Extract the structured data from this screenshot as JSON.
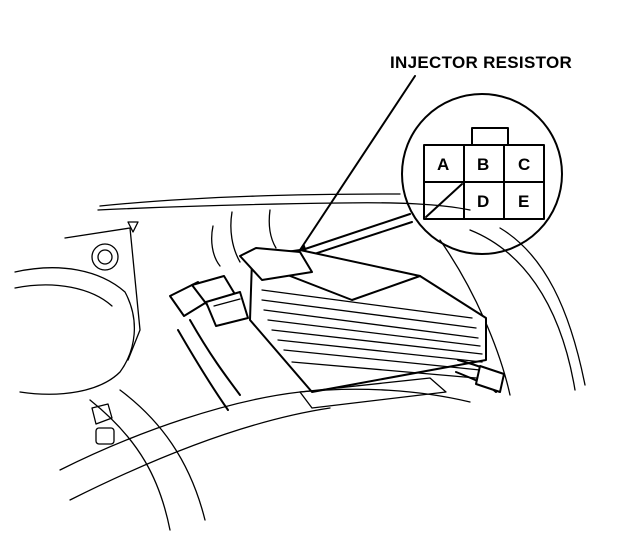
{
  "callout": {
    "label": "INJECTOR RESISTOR"
  },
  "connector": {
    "pins": {
      "a": "A",
      "b": "B",
      "c": "C",
      "d": "D",
      "e": "E"
    },
    "blank_cell": "diagonal"
  },
  "colors": {
    "ink": "#000000",
    "paper": "#ffffff"
  }
}
